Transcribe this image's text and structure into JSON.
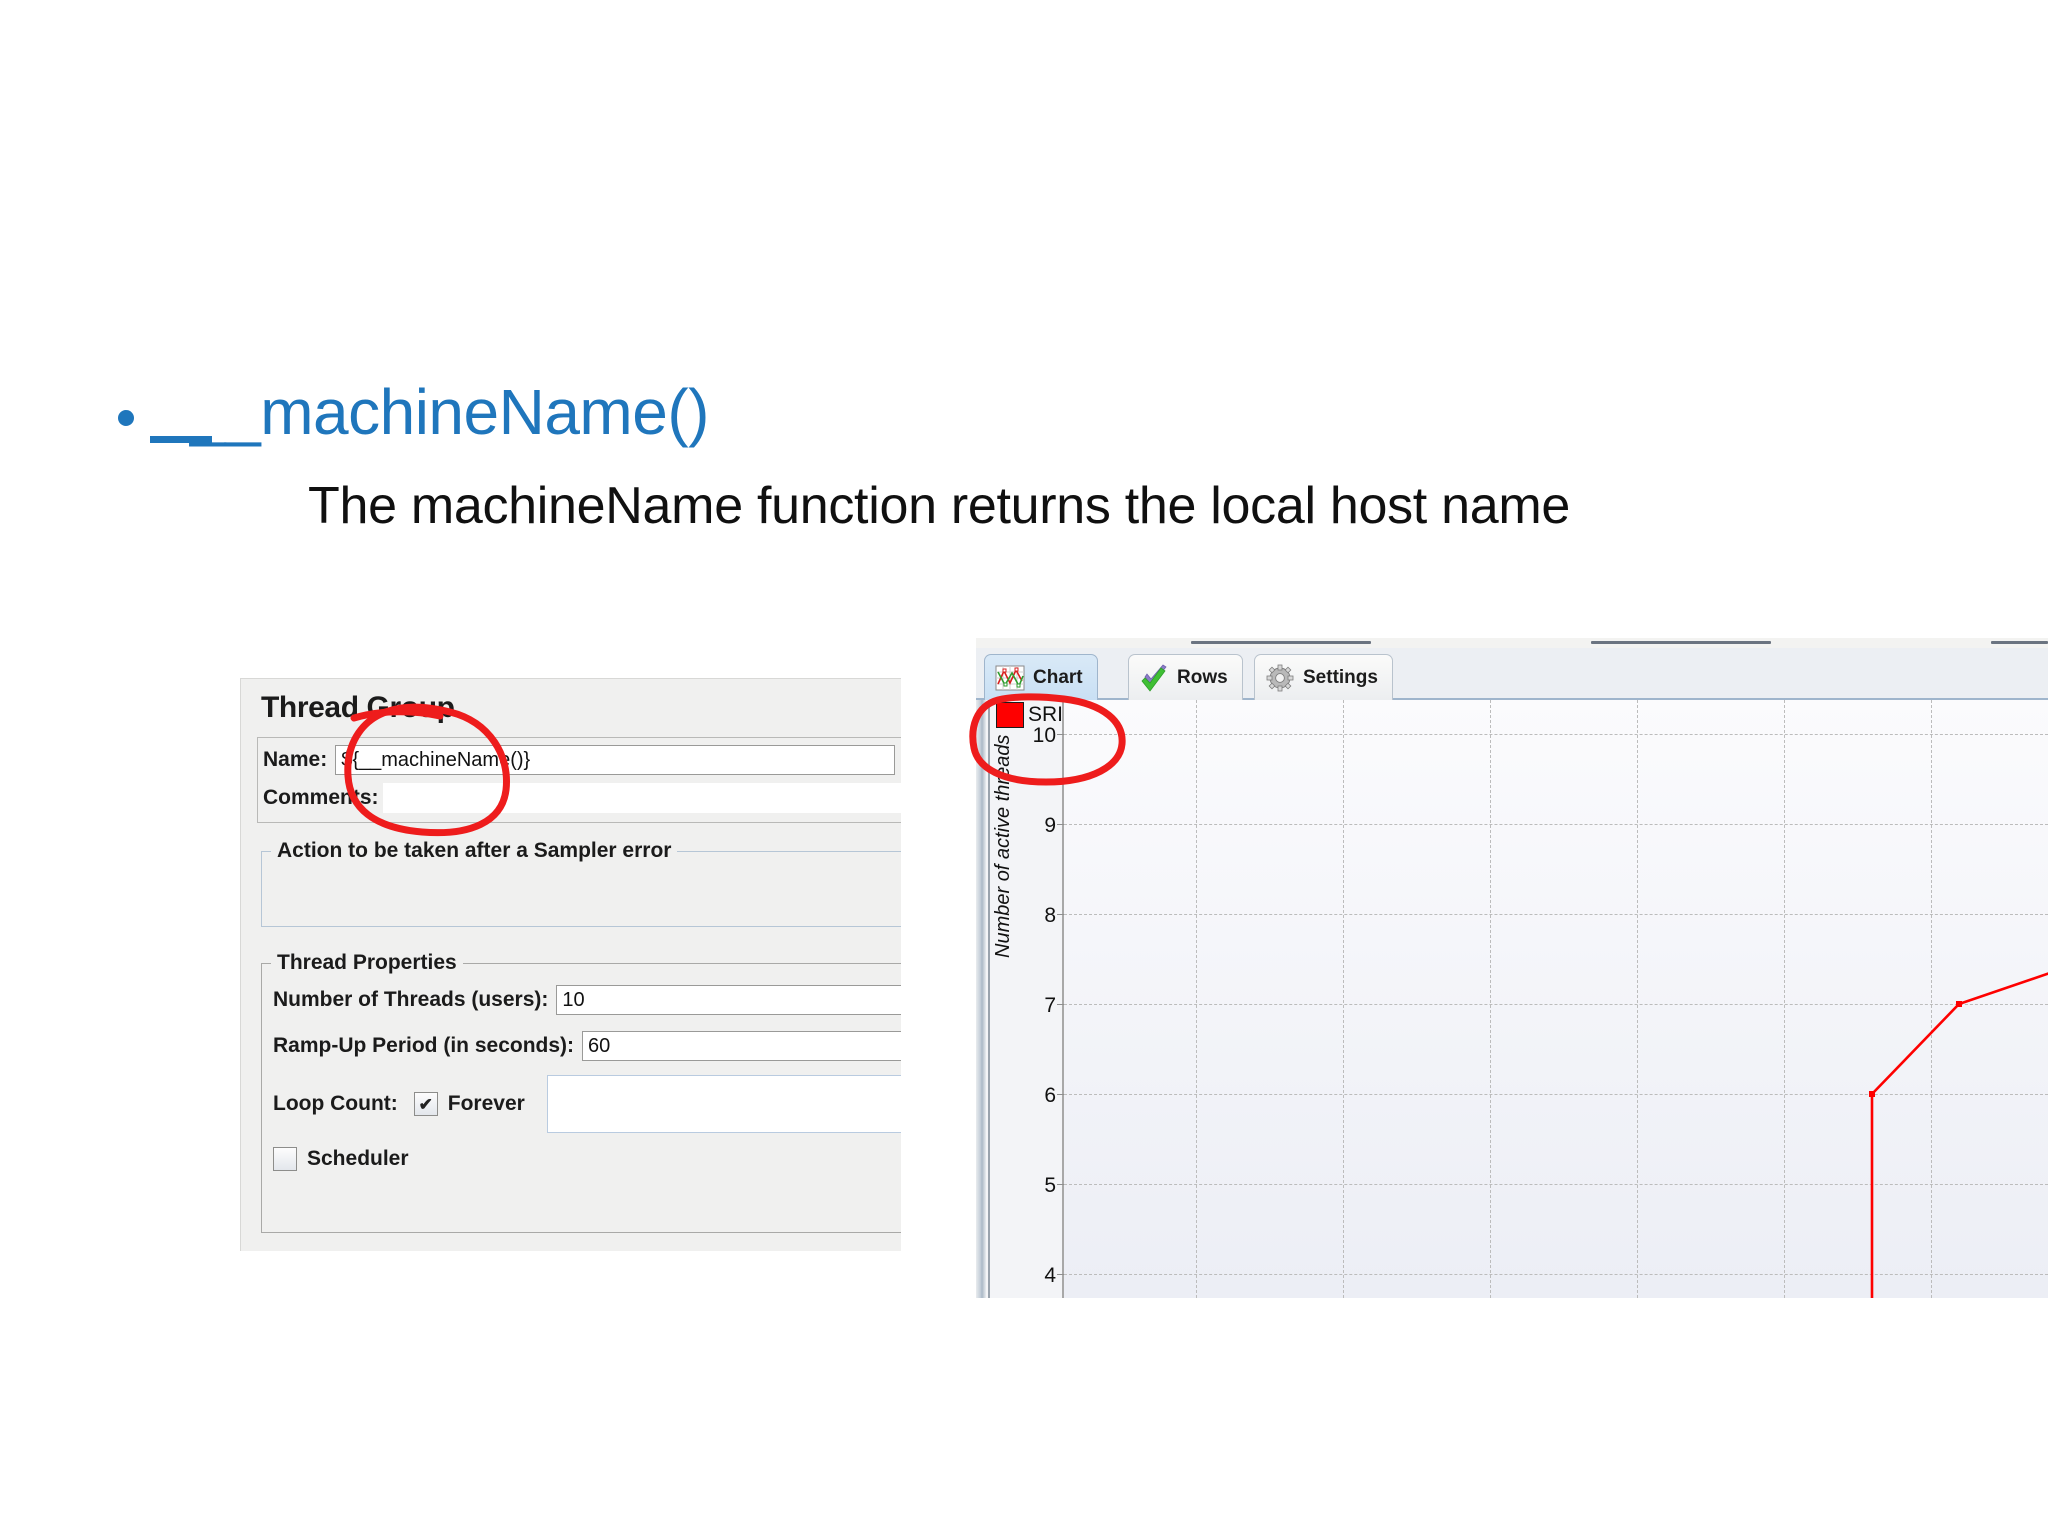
{
  "slide": {
    "bullet_title": "__machineName()",
    "subtitle": "The machineName function returns the local host name",
    "accent_color": "#1f76bc"
  },
  "thread_group": {
    "title": "Thread Group",
    "name_label": "Name:",
    "name_value": "${__machineName()}",
    "comments_label": "Comments:",
    "comments_value": "",
    "action_group_legend": "Action to be taken after a Sampler error",
    "properties": {
      "legend": "Thread Properties",
      "threads_label": "Number of Threads (users):",
      "threads_value": "10",
      "rampup_label": "Ramp-Up Period (in seconds):",
      "rampup_value": "60",
      "loop_label": "Loop Count:",
      "forever_label": "Forever",
      "forever_checked": true,
      "loop_value": "",
      "scheduler_label": "Scheduler",
      "scheduler_checked": false
    }
  },
  "chart_panel": {
    "tabs": [
      {
        "label": "Chart",
        "icon": "line-chart-icon",
        "active": true
      },
      {
        "label": "Rows",
        "icon": "green-check-icon",
        "active": false
      },
      {
        "label": "Settings",
        "icon": "gear-icon",
        "active": false
      }
    ],
    "legend_entry": "SRI-THARINDA",
    "legend_color": "#fe0000"
  },
  "chart_data": {
    "type": "line",
    "title": "",
    "xlabel": "",
    "ylabel": "Number of active threads",
    "yticks": [
      10,
      9,
      8,
      7,
      6,
      5,
      4
    ],
    "ylim": [
      4,
      10
    ],
    "grid": true,
    "legend_position": "top-left",
    "series": [
      {
        "name": "SRI-THARINDA",
        "color": "#fe0000",
        "points": [
          {
            "x": 0.868,
            "y": 4.0
          },
          {
            "x": 0.868,
            "y": 6.0
          },
          {
            "x": 0.955,
            "y": 7.0
          },
          {
            "x": 1.0,
            "y": 7.35
          }
        ]
      }
    ]
  },
  "annotations": [
    {
      "name": "name-field-circle",
      "color": "#ee1c1c",
      "target": "thread-group-name-field"
    },
    {
      "name": "legend-circle",
      "color": "#ee1c1c",
      "target": "chart-legend"
    }
  ]
}
